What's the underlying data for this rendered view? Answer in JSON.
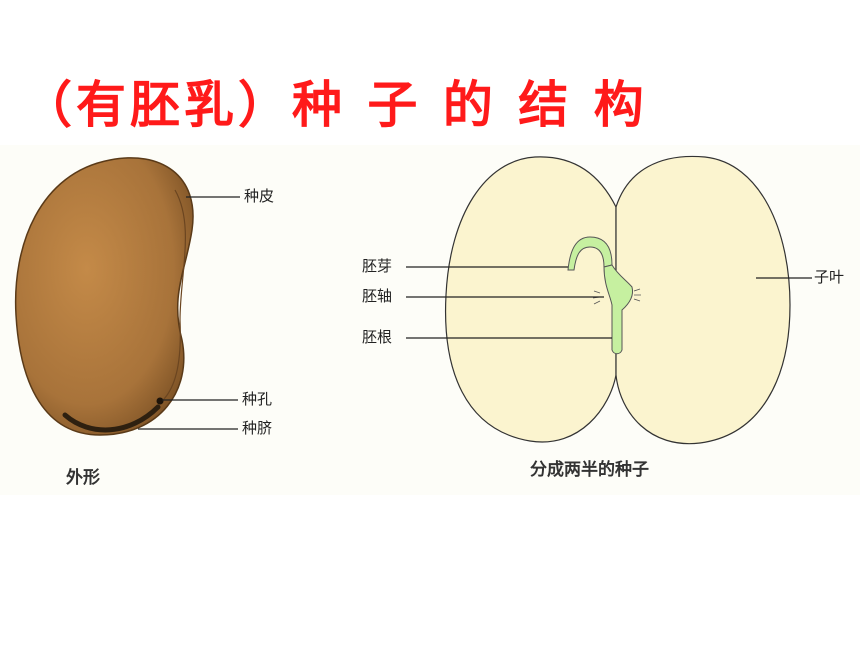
{
  "title": "（有胚乳）种 子 的 结 构",
  "labels": {
    "seed_coat": "种皮",
    "micropyle": "种孔",
    "hilum": "种脐",
    "plumule": "胚芽",
    "hypocotyl": "胚轴",
    "radicle": "胚根",
    "cotyledon": "子叶"
  },
  "captions": {
    "exterior": "外形",
    "split_seed": "分成两半的种子"
  },
  "colors": {
    "title": "#ff1a1a",
    "seed_coat": "#b07a3e",
    "cotyledon": "#fbf4cf",
    "embryo": "#c6f0a0"
  }
}
